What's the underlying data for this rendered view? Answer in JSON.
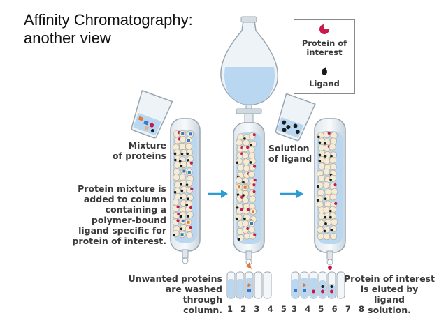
{
  "title_line1": "Affinity Chromatography:",
  "title_line2": "another view",
  "legend": {
    "protein_line1": "Protein of",
    "protein_line2": "interest",
    "ligand": "Ligand",
    "protein_icon": "crescent-icon",
    "ligand_icon": "drop-icon"
  },
  "labels": {
    "mixture_line1": "Mixture",
    "mixture_line2": "of proteins",
    "solution_line1": "Solution",
    "solution_line2": "of ligand",
    "step_line1": "Protein mixture is",
    "step_line2": "added to column",
    "step_line3": "containing a",
    "step_line4": "polymer-bound",
    "step_line5": "ligand specific for",
    "step_line6": "protein of interest.",
    "wash_line1": "Unwanted proteins",
    "wash_line2": "are washed through",
    "wash_line3": "column.",
    "elute_line1": "Protein of interest",
    "elute_line2": "is eluted by ligand",
    "elute_line3": "solution."
  },
  "fractions_wash": "1 2 3 4 5",
  "fractions_elute": "3 4 5 6 7 8",
  "colors": {
    "liquid": "#b9d7f0",
    "bead": "#f4ecd8",
    "crescent": "#c8194f",
    "arrow": "#2c9bd6",
    "ligand": "#1a1a1a"
  }
}
